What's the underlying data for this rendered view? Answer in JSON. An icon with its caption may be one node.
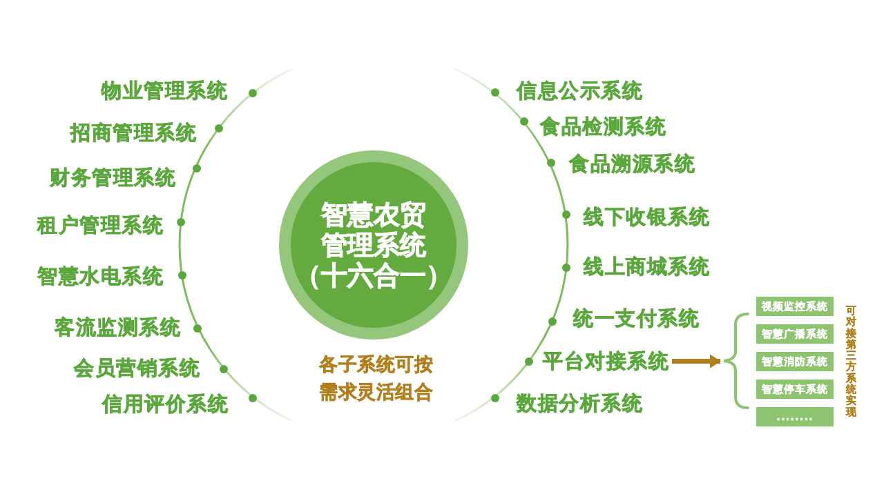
{
  "diagram": {
    "nodes": [
      {
        "text": [
          "智慧农贸管理系统（十六合一）"
        ]
      },
      {
        "text": [
          "平台对接系统"
        ]
      },
      {
        "text": [],
        "shape": "bracket"
      },
      {
        "text": [
          "视频监控系统"
        ]
      },
      {
        "text": [
          "智慧广播系统"
        ]
      },
      {
        "text": [
          "智慧消防系统"
        ]
      },
      {
        "text": [
          "智慧停车系统"
        ]
      },
      {
        "text": [
          "........"
        ]
      }
    ],
    "edges": [
      {
        "from": 1,
        "to": 2,
        "arrow": "to"
      }
    ],
    "labels": [
      "物业管理系统",
      "招商管理系统",
      "财务管理系统",
      "租户管理系统",
      "智慧水电系统",
      "客流监测系统",
      "会员营销系统",
      "信用评价系统",
      "信息公示系统",
      "食品检测系统",
      "食品溯源系统",
      "线下收银系统",
      "线上商城系统",
      "统一支付系统",
      "数据分析系统",
      "各子系统可按需求灵活组合",
      "可对接第三方系统实现"
    ]
  }
}
